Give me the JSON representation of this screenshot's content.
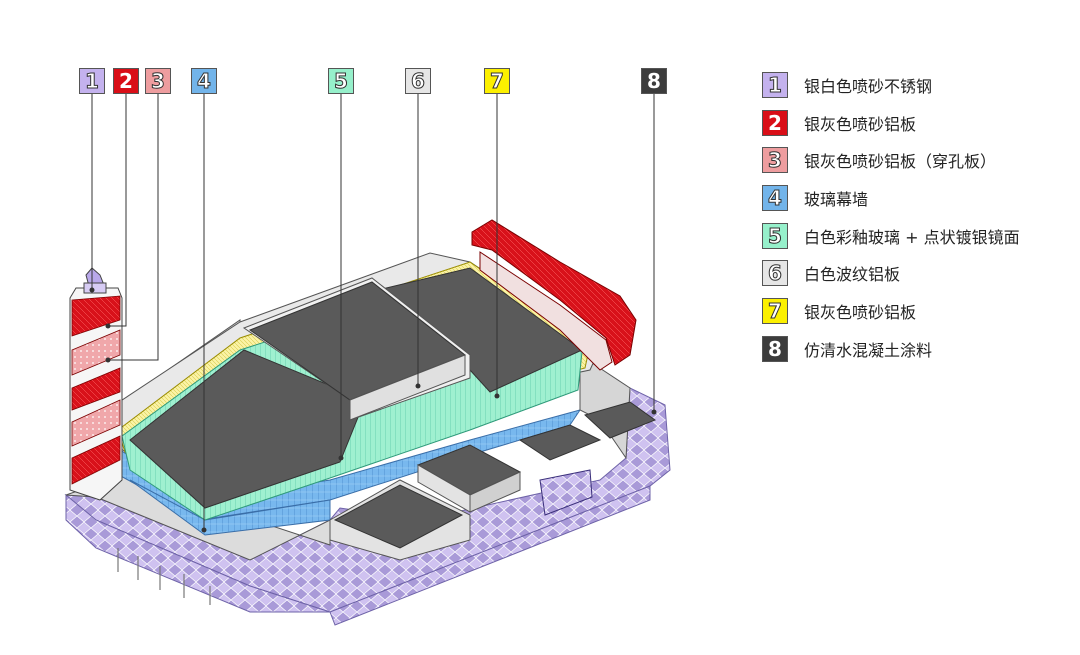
{
  "materials": [
    {
      "num": "1",
      "label": "银白色喷砂不锈钢",
      "color": "#c4b2ee",
      "style": "outline"
    },
    {
      "num": "2",
      "label": "银灰色喷砂铝板",
      "color": "#d90e17",
      "style": "solid"
    },
    {
      "num": "3",
      "label": "银灰色喷砂铝板（穿孔板）",
      "color": "#ee9d9f",
      "style": "outline"
    },
    {
      "num": "4",
      "label": "玻璃幕墙",
      "color": "#72b4ea",
      "style": "outline"
    },
    {
      "num": "5",
      "label": "白色彩釉玻璃 + 点状镀银镜面",
      "color": "#96f0cb",
      "style": "outline"
    },
    {
      "num": "6",
      "label": "白色波纹铝板",
      "color": "#e6e6e6",
      "style": "outline"
    },
    {
      "num": "7",
      "label": "银灰色喷砂铝板",
      "color": "#fcf000",
      "style": "outline"
    },
    {
      "num": "8",
      "label": "仿清水混凝土涂料",
      "color": "#3c3c3c",
      "style": "solid"
    }
  ]
}
